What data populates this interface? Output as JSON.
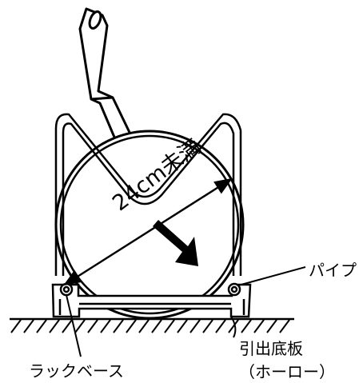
{
  "labels": {
    "dimension": "24cm未満",
    "pipe": "パイプ",
    "rack_base": "ラックベース",
    "tray": "引出底板",
    "tray_material": "（ホーロー）"
  },
  "colors": {
    "line": "#000000",
    "background": "#ffffff"
  }
}
